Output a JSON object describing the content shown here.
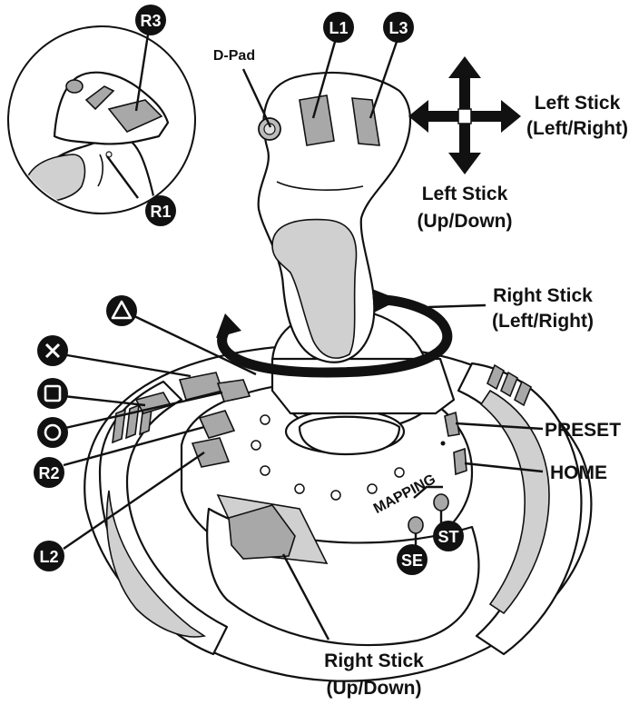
{
  "badges": {
    "r3": "R3",
    "l1": "L1",
    "l3": "L3",
    "r1": "R1",
    "r2": "R2",
    "l2": "L2",
    "se": "SE",
    "st": "ST"
  },
  "labels": {
    "dpad": "D-Pad",
    "left_stick_lr_1": "Left Stick",
    "left_stick_lr_2": "(Left/Right)",
    "left_stick_ud_1": "Left Stick",
    "left_stick_ud_2": "(Up/Down)",
    "right_stick_lr_1": "Right Stick",
    "right_stick_lr_2": "(Left/Right)",
    "right_stick_ud_1": "Right Stick",
    "right_stick_ud_2": "(Up/Down)",
    "preset": "PRESET",
    "home": "HOME",
    "mapping": "MAPPING"
  },
  "colors": {
    "ink": "#111111",
    "button_grey": "#a8a8a8",
    "light_grey": "#d0d0d0"
  }
}
